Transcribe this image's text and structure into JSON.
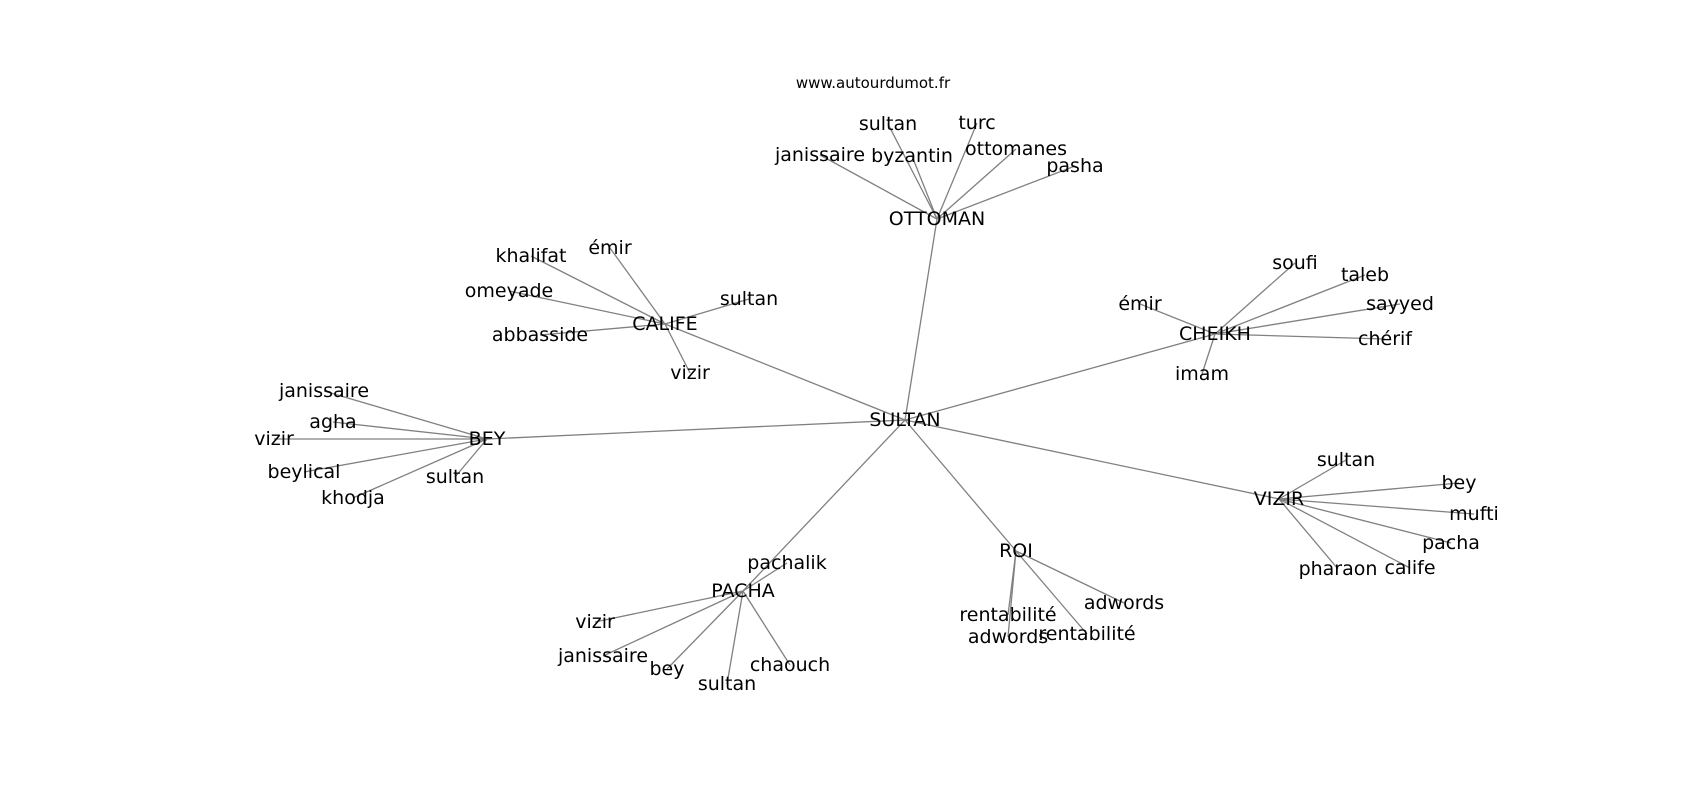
{
  "credit": "www.autourdumot.fr",
  "colors": {
    "edge": "#808080",
    "text": "#000000",
    "background": "#ffffff"
  },
  "graph": {
    "root": {
      "label": "SULTAN"
    },
    "hubs": [
      {
        "label": "OTTOMAN",
        "leaves": [
          "sultan",
          "turc",
          "janissaire",
          "byzantin",
          "ottomanes",
          "pasha"
        ]
      },
      {
        "label": "CALIFE",
        "leaves": [
          "émir",
          "khalifat",
          "omeyade",
          "sultan",
          "abbasside",
          "vizir"
        ]
      },
      {
        "label": "CHEIKH",
        "leaves": [
          "soufi",
          "taleb",
          "émir",
          "sayyed",
          "chérif",
          "imam"
        ]
      },
      {
        "label": "BEY",
        "leaves": [
          "janissaire",
          "agha",
          "vizir",
          "beylical",
          "sultan",
          "khodja"
        ]
      },
      {
        "label": "VIZIR",
        "leaves": [
          "sultan",
          "bey",
          "mufti",
          "pacha",
          "calife",
          "pharaon"
        ]
      },
      {
        "label": "ROI",
        "leaves": [
          "adwords",
          "rentabilité",
          "adwords",
          "rentabilité"
        ]
      },
      {
        "label": "PACHA",
        "leaves": [
          "pachalik",
          "vizir",
          "janissaire",
          "bey",
          "sultan",
          "chaouch"
        ]
      }
    ]
  }
}
